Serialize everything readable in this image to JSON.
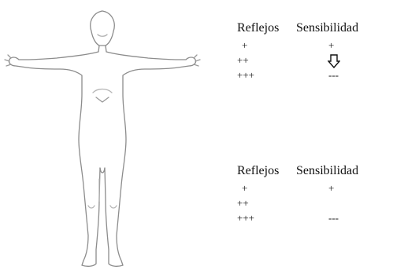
{
  "figure": {
    "description_icon": "human-body-outline-icon",
    "stroke_color": "#8a8a8a"
  },
  "top_panel": {
    "header_col1": "Reflejos",
    "header_col2": "Sensibilidad",
    "rows": [
      {
        "reflejos": "+",
        "sensibilidad": "+"
      },
      {
        "reflejos": "++",
        "sensibilidad": ""
      },
      {
        "reflejos": "+++",
        "sensibilidad": "---"
      }
    ],
    "arrow_icon": "down-arrow-icon"
  },
  "bottom_panel": {
    "header_col1": "Reflejos",
    "header_col2": "Sensibilidad",
    "rows": [
      {
        "reflejos": "+",
        "sensibilidad": "+"
      },
      {
        "reflejos": "++",
        "sensibilidad": ""
      },
      {
        "reflejos": "+++",
        "sensibilidad": "---"
      }
    ]
  }
}
